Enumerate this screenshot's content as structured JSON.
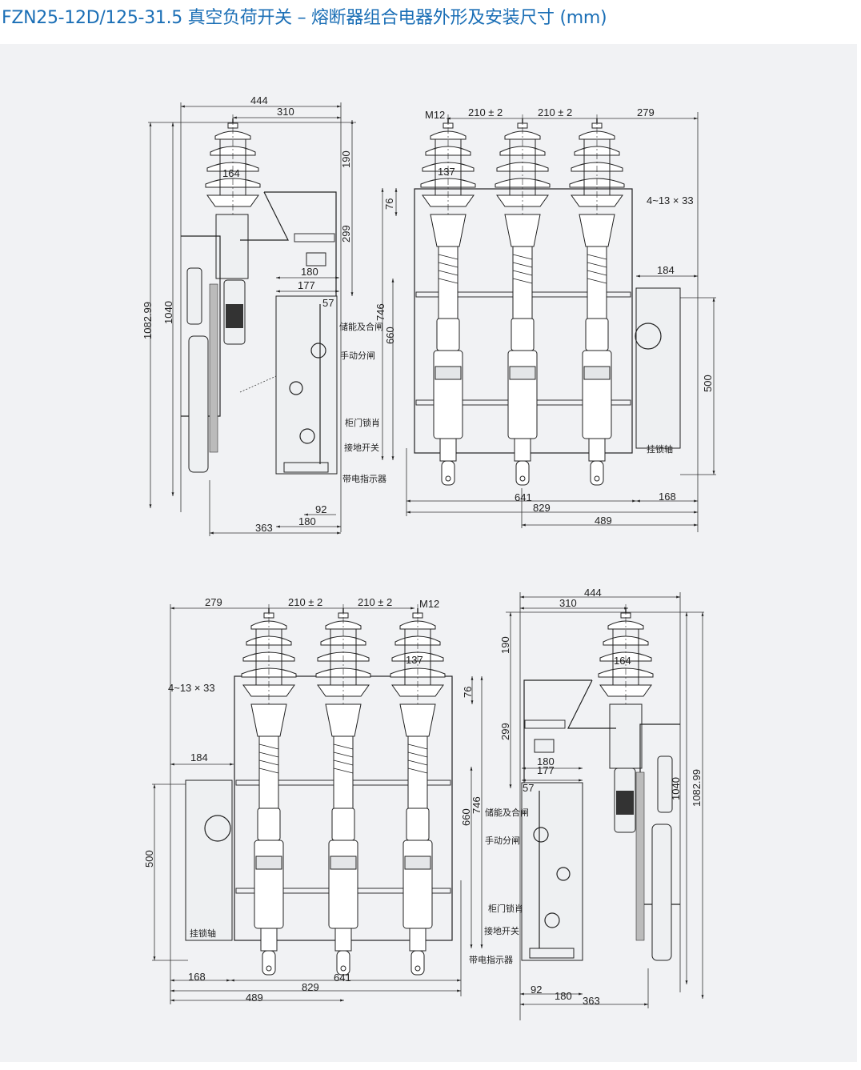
{
  "title": "FZN25-12D/125-31.5 真空负荷开关 – 熔断器组合电器外形及安装尺寸 (mm)",
  "colors": {
    "title": "#1b6fb6",
    "background": "#f1f2f4",
    "line": "#222222"
  },
  "side_view_top": {
    "dims": {
      "w444": "444",
      "w310": "310",
      "w164": "164",
      "h190": "190",
      "h299": "299",
      "w180a": "180",
      "w177": "177",
      "w57": "57",
      "h746": "746",
      "h660": "660",
      "h1082": "1082.99",
      "h1040": "1040",
      "w92": "92",
      "w180b": "180",
      "w363": "363"
    },
    "callouts": {
      "charge_close": "储能及合闸",
      "manual_open": "手动分闸",
      "door_lock": "柜门锁肖",
      "earth_switch": "接地开关",
      "live_indicator": "带电指示器"
    }
  },
  "front_view_top": {
    "dims": {
      "m12": "M12",
      "p1": "210 ± 2",
      "p2": "210 ± 2",
      "w279": "279",
      "w137": "137",
      "h76": "76",
      "holes": "4~13 × 33",
      "w184": "184",
      "h500": "500",
      "w641": "641",
      "w168": "168",
      "w829": "829",
      "w489": "489"
    },
    "callouts": {
      "padlock_shaft": "挂锁轴"
    }
  },
  "front_view_bottom": {
    "dims": {
      "w279": "279",
      "p1": "210 ± 2",
      "p2": "210 ± 2",
      "m12": "M12",
      "w137": "137",
      "holes": "4~13 × 33",
      "h76": "76",
      "w184": "184",
      "h746": "746",
      "h660": "660",
      "h500": "500",
      "w168": "168",
      "w641": "641",
      "w829": "829",
      "w489": "489"
    },
    "callouts": {
      "padlock_shaft": "挂锁轴"
    }
  },
  "side_view_bottom": {
    "dims": {
      "w444": "444",
      "w310": "310",
      "h190": "190",
      "w164": "164",
      "h299": "299",
      "w180a": "180",
      "w177": "177",
      "w57": "57",
      "h1040": "1040",
      "h1082": "1082.99",
      "w92": "92",
      "w180b": "180",
      "w363": "363"
    },
    "callouts": {
      "charge_close": "储能及合闸",
      "manual_open": "手动分闸",
      "door_lock": "柜门锁肖",
      "earth_switch": "接地开关",
      "live_indicator": "带电指示器"
    }
  }
}
